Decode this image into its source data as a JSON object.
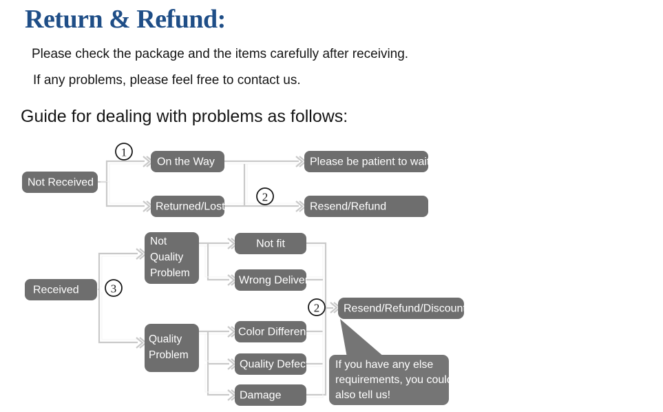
{
  "header": {
    "title": "Return & Refund:",
    "title_color": "#1f4e87",
    "line1": "Please check the package and the items carefully after receiving.",
    "line2": "If any problems, please feel free to contact us.",
    "guide": "Guide for dealing with problems as follows:"
  },
  "palette": {
    "node_fill": "#6e6e6e",
    "callout_fill": "#757575",
    "connector": "#c9c9c9",
    "node_text": "#ffffff",
    "body_text": "#141414"
  },
  "flowchart": {
    "markers": [
      {
        "id": "marker-1",
        "label": "①",
        "number": "1"
      },
      {
        "id": "marker-2-top",
        "label": "②",
        "number": "2"
      },
      {
        "id": "marker-3",
        "label": "③",
        "number": "3"
      },
      {
        "id": "marker-2-bottom",
        "label": "②",
        "number": "2"
      }
    ],
    "branch_not_received": {
      "root": "Not Received",
      "states": [
        "On the Way",
        "Returned/Lost"
      ],
      "outcomes": [
        "Please be patient to wait",
        "Resend/Refund"
      ]
    },
    "branch_received": {
      "root": "Received",
      "categories": [
        {
          "label": "Not Quality Problem",
          "lines": [
            "Not",
            "Quality",
            "Problem"
          ],
          "reasons": [
            "Not fit",
            "Wrong Delivery"
          ]
        },
        {
          "label": "Quality Problem",
          "lines": [
            "Quality",
            "Problem"
          ],
          "reasons": [
            "Color Difference",
            "Quality Defect",
            "Damage"
          ]
        }
      ],
      "outcome": "Resend/Refund/Discount"
    },
    "callout": {
      "lines": [
        "If you have any else",
        "requirements, you could",
        "also tell us!"
      ],
      "text": "If you have any else requirements, you could also tell us!"
    }
  }
}
